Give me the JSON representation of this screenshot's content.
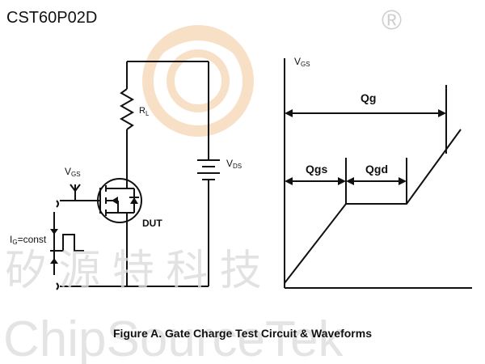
{
  "part_number": "CST60P02D",
  "registered_mark": "®",
  "watermark": {
    "chinese": "矽 源 特 科 技",
    "latin": "ChipSourceTek"
  },
  "circuit": {
    "rl_label": "R",
    "rl_sub": "L",
    "vgs_label": "V",
    "vgs_sub": "GS",
    "vds_label": "V",
    "vds_sub": "DS",
    "ig_label": "I",
    "ig_sub": "G",
    "ig_suffix": "=const",
    "dut_label": "DUT"
  },
  "waveform": {
    "axis_label": "V",
    "axis_sub": "GS",
    "qg_label": "Qg",
    "qgs_label": "Qgs",
    "qgd_label": "Qgd"
  },
  "caption": "Figure A. Gate Charge Test Circuit & Waveforms",
  "colors": {
    "ink": "#111111",
    "watermark_orange": "#f3c89a",
    "watermark_gray": "#dcdcdc"
  }
}
